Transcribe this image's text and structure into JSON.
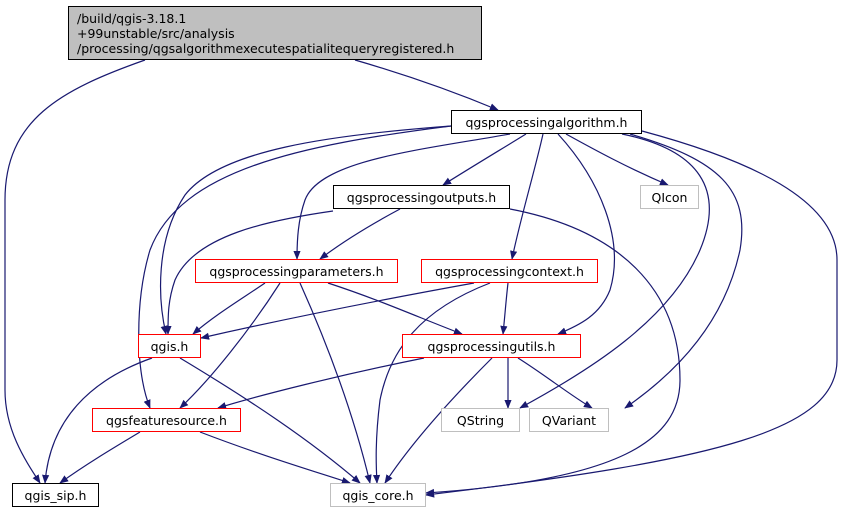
{
  "diagram": {
    "type": "include-dependency-graph",
    "edge_color": "#191970",
    "nodes": [
      {
        "id": "root",
        "lines": [
          "/build/qgis-3.18.1",
          "+99unstable/src/analysis",
          "/processing/qgsalgorithmexecutespatialitequeryregistered.h"
        ],
        "style": "root"
      },
      {
        "id": "qgsprocessingalgorithm",
        "label": "qgsprocessingalgorithm.h",
        "style": "black"
      },
      {
        "id": "qgsprocessingoutputs",
        "label": "qgsprocessingoutputs.h",
        "style": "black"
      },
      {
        "id": "qicon",
        "label": "QIcon",
        "style": "gray"
      },
      {
        "id": "qgsprocessingparameters",
        "label": "qgsprocessingparameters.h",
        "style": "red"
      },
      {
        "id": "qgsprocessingcontext",
        "label": "qgsprocessingcontext.h",
        "style": "red"
      },
      {
        "id": "qgis",
        "label": "qgis.h",
        "style": "red"
      },
      {
        "id": "qgsprocessingutils",
        "label": "qgsprocessingutils.h",
        "style": "red"
      },
      {
        "id": "qgsfeaturesource",
        "label": "qgsfeaturesource.h",
        "style": "red"
      },
      {
        "id": "qstring",
        "label": "QString",
        "style": "gray"
      },
      {
        "id": "qvariant",
        "label": "QVariant",
        "style": "gray"
      },
      {
        "id": "qgis_sip",
        "label": "qgis_sip.h",
        "style": "black"
      },
      {
        "id": "qgis_core",
        "label": "qgis_core.h",
        "style": "gray"
      }
    ],
    "edges": [
      [
        "root",
        "qgsprocessingalgorithm"
      ],
      [
        "root",
        "qgis_sip"
      ],
      [
        "qgsprocessingalgorithm",
        "qgsprocessingoutputs"
      ],
      [
        "qgsprocessingalgorithm",
        "qicon"
      ],
      [
        "qgsprocessingalgorithm",
        "qgsprocessingparameters"
      ],
      [
        "qgsprocessingalgorithm",
        "qgsprocessingcontext"
      ],
      [
        "qgsprocessingalgorithm",
        "qgis"
      ],
      [
        "qgsprocessingalgorithm",
        "qgsprocessingutils"
      ],
      [
        "qgsprocessingalgorithm",
        "qgsfeaturesource"
      ],
      [
        "qgsprocessingalgorithm",
        "qstring"
      ],
      [
        "qgsprocessingalgorithm",
        "qvariant"
      ],
      [
        "qgsprocessingalgorithm",
        "qgis_core"
      ],
      [
        "qgsprocessingoutputs",
        "qgsprocessingparameters"
      ],
      [
        "qgsprocessingoutputs",
        "qgis"
      ],
      [
        "qgsprocessingoutputs",
        "qgis_core"
      ],
      [
        "qgsprocessingparameters",
        "qgis"
      ],
      [
        "qgsprocessingparameters",
        "qgsprocessingutils"
      ],
      [
        "qgsprocessingparameters",
        "qgsfeaturesource"
      ],
      [
        "qgsprocessingparameters",
        "qgis_core"
      ],
      [
        "qgsprocessingcontext",
        "qgis"
      ],
      [
        "qgsprocessingcontext",
        "qgsprocessingutils"
      ],
      [
        "qgsprocessingcontext",
        "qgis_core"
      ],
      [
        "qgis",
        "qgis_sip"
      ],
      [
        "qgis",
        "qgis_core"
      ],
      [
        "qgsprocessingutils",
        "qgsfeaturesource"
      ],
      [
        "qgsprocessingutils",
        "qstring"
      ],
      [
        "qgsprocessingutils",
        "qvariant"
      ],
      [
        "qgsprocessingutils",
        "qgis_core"
      ],
      [
        "qgsfeaturesource",
        "qgis_sip"
      ],
      [
        "qgsfeaturesource",
        "qgis_core"
      ]
    ]
  }
}
